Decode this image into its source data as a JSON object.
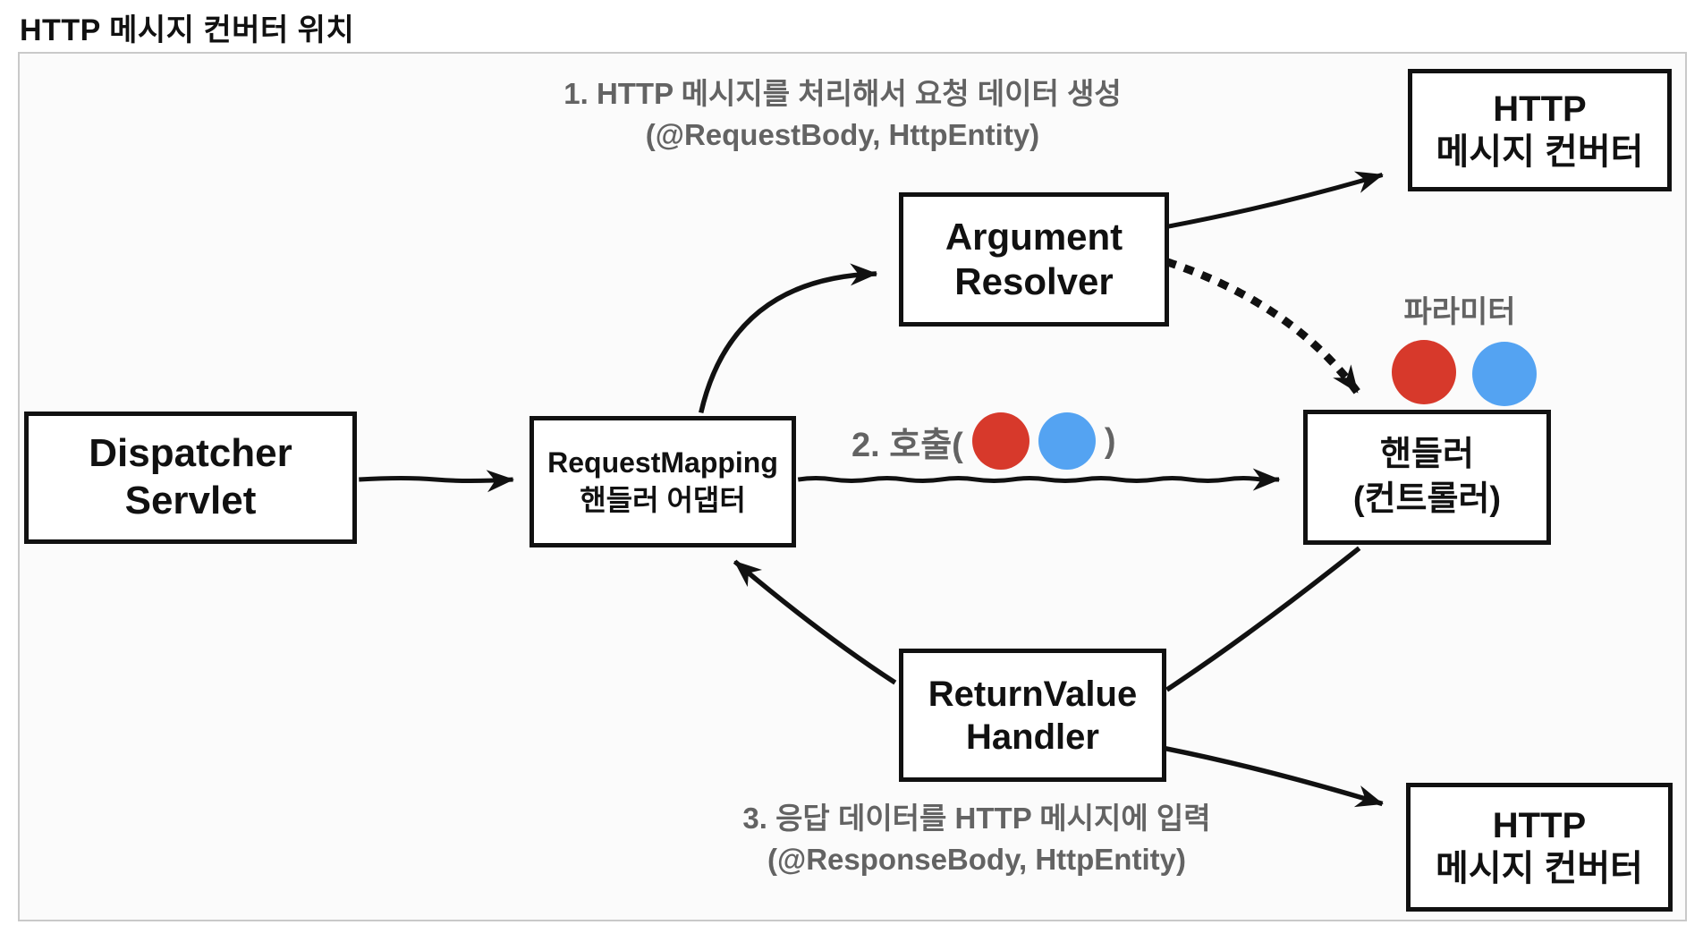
{
  "title": "HTTP 메시지 컨버터 위치",
  "colors": {
    "red": "#d7392b",
    "blue": "#54a3f2",
    "annotation": "#636363",
    "canvas_bg": "#fbfbfb",
    "canvas_border": "#c9c9c9"
  },
  "boxes": {
    "dispatcher_servlet": {
      "line1": "Dispatcher",
      "line2": "Servlet"
    },
    "request_mapping_adapter": {
      "line1": "RequestMapping",
      "line2": "핸들러 어댑터"
    },
    "argument_resolver": {
      "line1": "Argument",
      "line2": "Resolver"
    },
    "http_message_converter_top": {
      "line1": "HTTP",
      "line2": "메시지 컨버터"
    },
    "handler_controller": {
      "line1": "핸들러",
      "line2": "(컨트롤러)"
    },
    "return_value_handler": {
      "line1": "ReturnValue",
      "line2": "Handler"
    },
    "http_message_converter_bottom": {
      "line1": "HTTP",
      "line2": "메시지 컨버터"
    }
  },
  "annotations": {
    "step1": {
      "line1": "1. HTTP 메시지를 처리해서 요청 데이터 생성",
      "line2": "(@RequestBody, HttpEntity)"
    },
    "step2": {
      "prefix": "2. 호출(",
      "suffix": ")"
    },
    "step3": {
      "line1": "3. 응답 데이터를 HTTP 메시지에 입력",
      "line2": "(@ResponseBody, HttpEntity)"
    },
    "parameter_label": "파라미터"
  }
}
